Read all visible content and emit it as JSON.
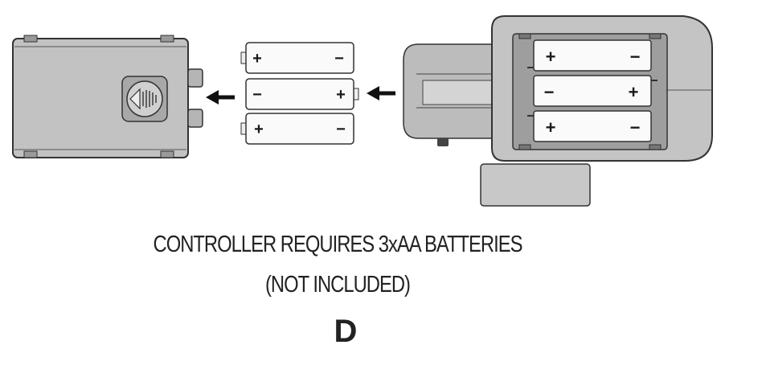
{
  "caption": {
    "line1": "CONTROLLER REQUIRES 3xAA BATTERIES",
    "line2": "(NOT INCLUDED)",
    "figure_letter": "D"
  },
  "loose_batteries": [
    {
      "left": "+",
      "right": "−"
    },
    {
      "left": "−",
      "right": "+"
    },
    {
      "left": "+",
      "right": "−"
    }
  ],
  "installed_batteries": [
    {
      "left": "+",
      "right": "−"
    },
    {
      "left": "−",
      "right": "+"
    },
    {
      "left": "+",
      "right": "−"
    }
  ],
  "colors": {
    "body_fill": "#bdbdbd",
    "outline": "#333333",
    "arrow": "#111111"
  },
  "icons": [
    "left-arrow-icon",
    "battery-cover-latch-icon"
  ]
}
